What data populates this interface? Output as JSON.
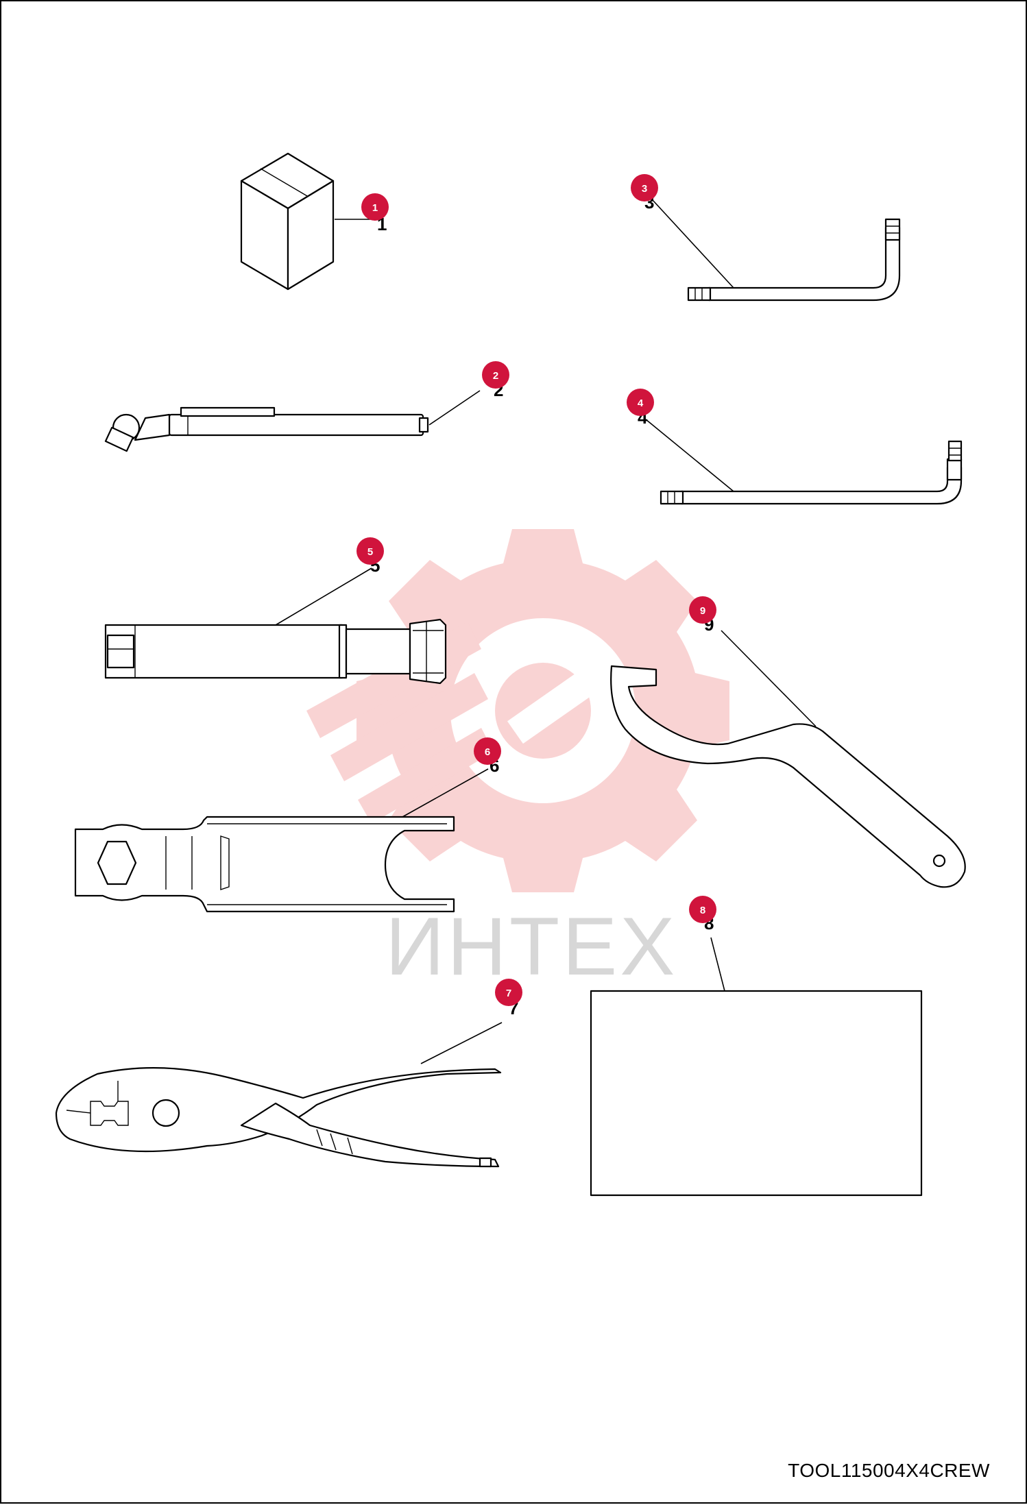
{
  "watermark": {
    "text": "ИНТЕХ",
    "color": "#f08080"
  },
  "reference_code": "TOOL115004X4CREW",
  "callout_color": "#d0143c",
  "callouts": [
    {
      "id": "1",
      "label": "1"
    },
    {
      "id": "2",
      "label": "2"
    },
    {
      "id": "3",
      "label": "3"
    },
    {
      "id": "4",
      "label": "4"
    },
    {
      "id": "5",
      "label": "5"
    },
    {
      "id": "6",
      "label": "6"
    },
    {
      "id": "7",
      "label": "7"
    },
    {
      "id": "8",
      "label": "8"
    },
    {
      "id": "9",
      "label": "9"
    }
  ]
}
